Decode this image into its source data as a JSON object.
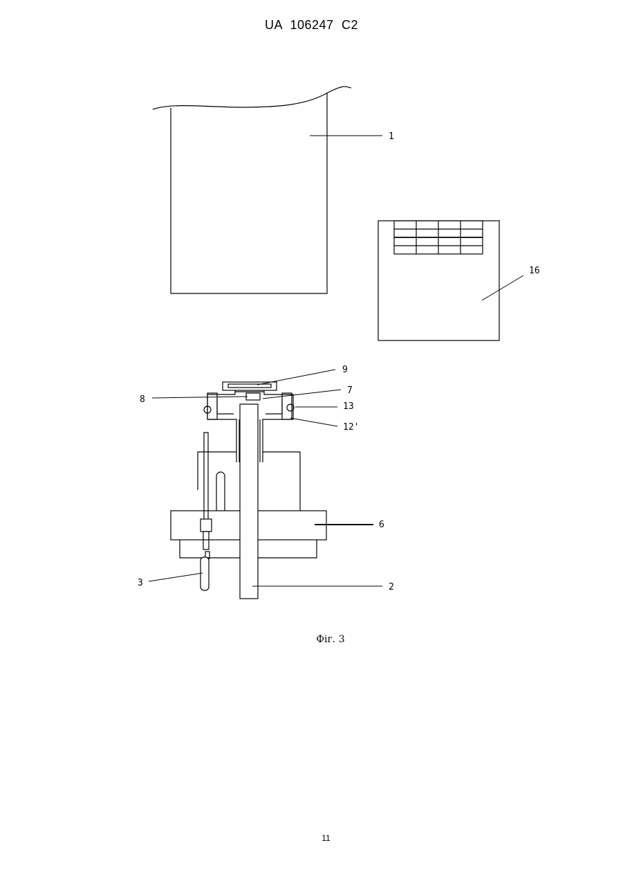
{
  "header": {
    "patent_number": "UA   106247   C2"
  },
  "figure": {
    "caption": "Фіг. 3",
    "labels": {
      "l1": "1",
      "l16": "16",
      "l9": "9",
      "l7": "7",
      "l8": "8",
      "l13": "13",
      "l12": "12'",
      "l6": "6",
      "l3": "3",
      "l2": "2"
    }
  },
  "footer": {
    "page_number": "11"
  }
}
